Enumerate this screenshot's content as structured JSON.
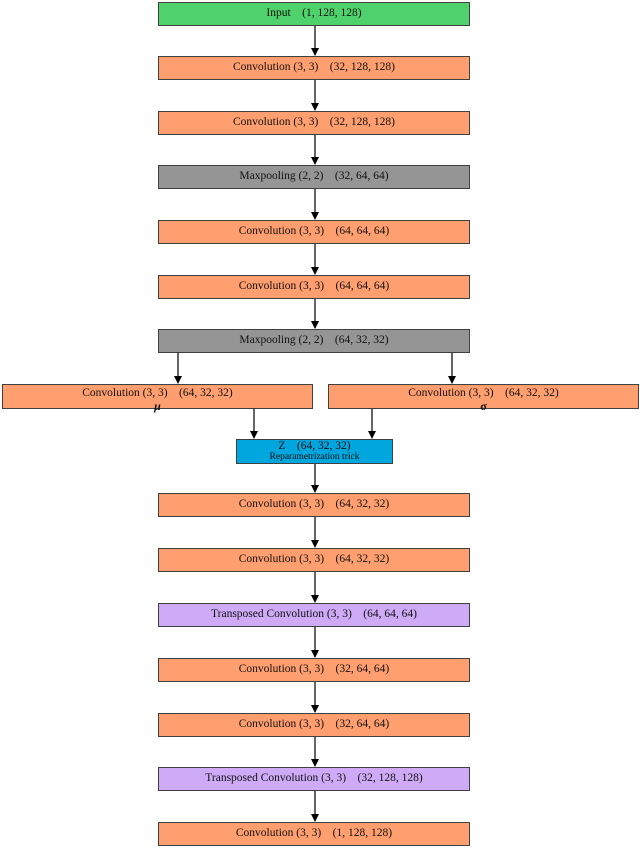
{
  "diagram": {
    "nodes": {
      "input": "Input    (1, 128, 128)",
      "conv1": "Convolution (3, 3)    (32, 128, 128)",
      "conv2": "Convolution (3, 3)    (32, 128, 128)",
      "pool1": "Maxpooling (2, 2)    (32, 64, 64)",
      "conv3": "Convolution (3, 3)    (64, 64, 64)",
      "conv4": "Convolution (3, 3)    (64, 64, 64)",
      "pool2": "Maxpooling (2, 2)    (64, 32, 32)",
      "mu_label": "Convolution (3, 3)    (64, 32, 32)",
      "mu_symbol": "μ",
      "sigma_label": "Convolution (3, 3)    (64, 32, 32)",
      "sigma_symbol": "σ",
      "z_label": "Z    (64, 32, 32)",
      "z_sub": "Reparametrization trick",
      "conv5": "Convolution (3, 3)    (64, 32, 32)",
      "conv6": "Convolution (3, 3)    (64, 32, 32)",
      "tconv1": "Transposed Convolution (3, 3)    (64, 64, 64)",
      "conv7": "Convolution (3, 3)    (32, 64, 64)",
      "conv8": "Convolution (3, 3)    (32, 64, 64)",
      "tconv2": "Transposed Convolution (3, 3)    (32, 128, 128)",
      "conv9": "Convolution (3, 3)    (1, 128, 128)"
    },
    "colors": {
      "input": "#4fd16b",
      "convolution": "#ff9e6e",
      "maxpooling": "#959595",
      "latent": "#00a6dd",
      "transposed": "#cfaaf7"
    }
  }
}
